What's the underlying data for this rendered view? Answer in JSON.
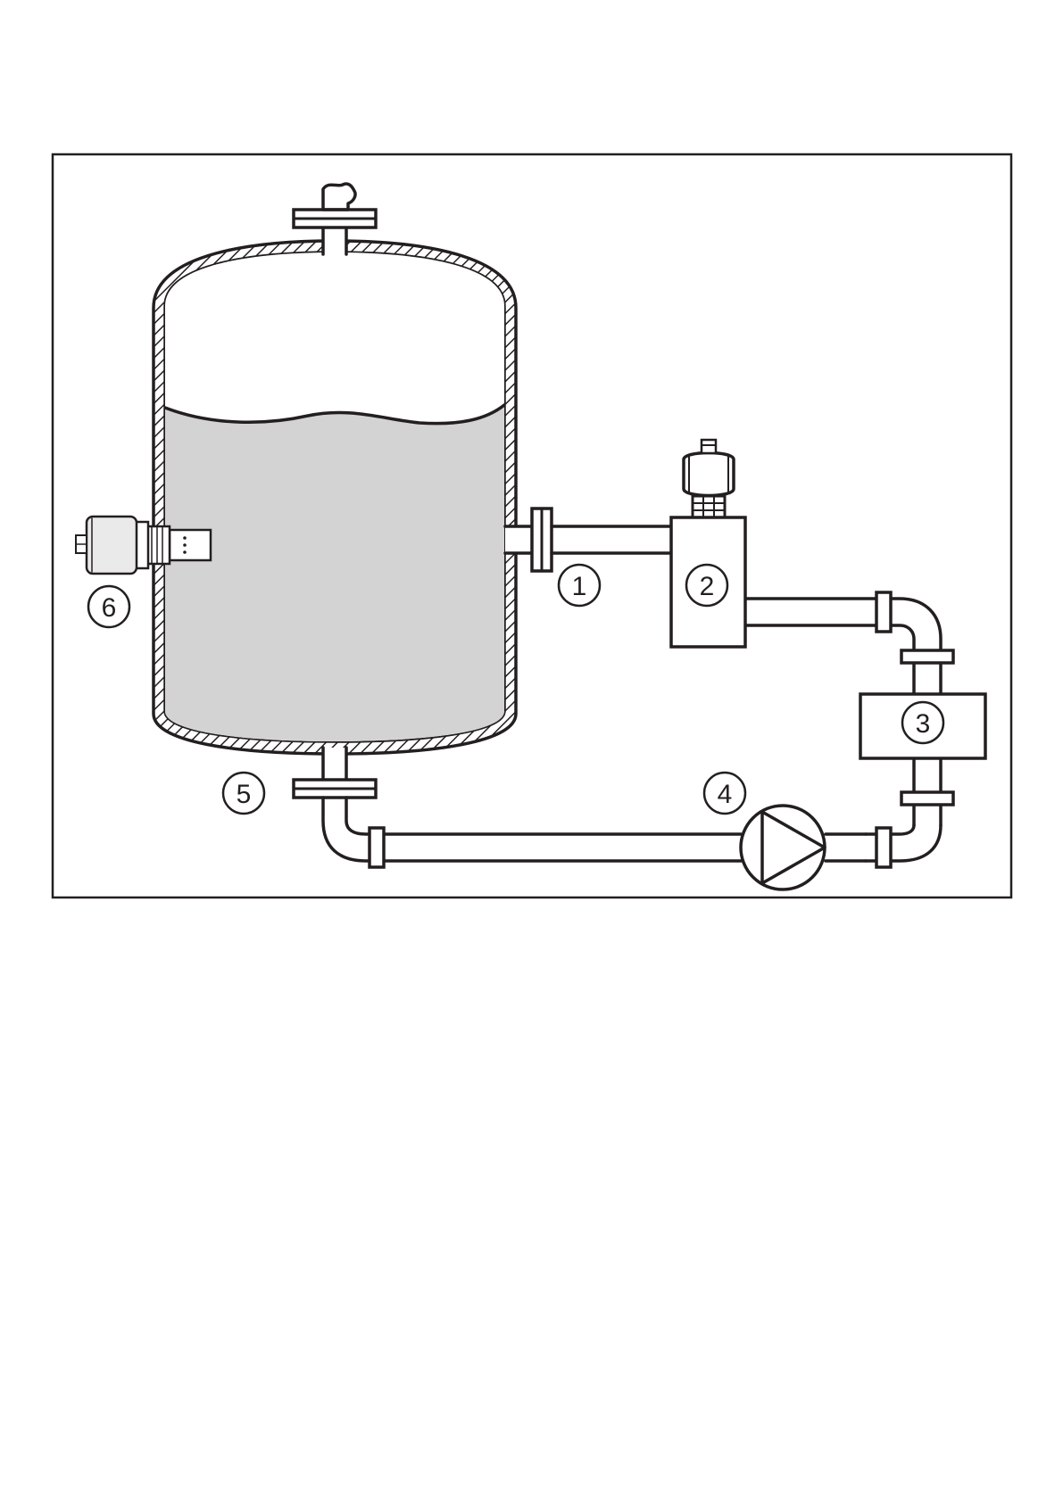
{
  "diagram": {
    "colors": {
      "line": "#231f20",
      "liquid": "#d3d3d3",
      "sensor_body": "#eaeaea",
      "background": "#ffffff"
    },
    "callouts": [
      {
        "id": "1",
        "label": "1"
      },
      {
        "id": "2",
        "label": "2"
      },
      {
        "id": "3",
        "label": "3"
      },
      {
        "id": "4",
        "label": "4"
      },
      {
        "id": "5",
        "label": "5"
      },
      {
        "id": "6",
        "label": "6"
      }
    ]
  }
}
